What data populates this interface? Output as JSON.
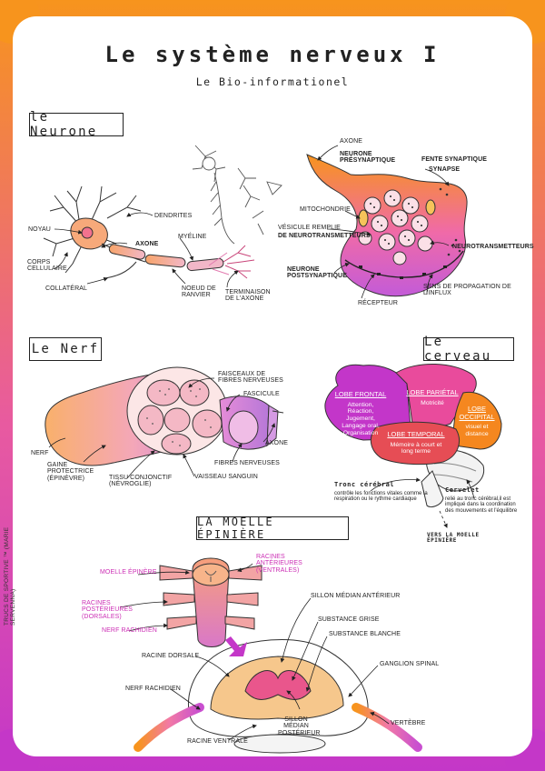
{
  "title": "Le système nerveux I",
  "subtitle": "Le Bio-informationel",
  "credit": "TRUCS DE SPORTIVE ™ (MARIE SERVENNA)",
  "colors": {
    "orange": "#f7941d",
    "magenta": "#d43dc4",
    "pink": "#f3a8c8",
    "purple": "#b86ad8"
  },
  "sections": {
    "neurone": {
      "heading": "le Neurone",
      "labels": {
        "dendrites": "Dendrites",
        "noyau": "Noyau",
        "axone": "Axone",
        "myeline": "Myéline",
        "corps": "Corps cellulaire",
        "collateral": "Collatéral",
        "noeud": "Noeud de Ranvier",
        "terminaison": "Terminaison de l'axone"
      }
    },
    "synapse": {
      "labels": {
        "axone": "Axone",
        "neurone_pre": "Neurone présynaptique",
        "fente": "Fente synaptique",
        "synapse": "Synapse",
        "mitochondrie": "Mitochondrie",
        "vesicule_1": "Vésicule remplie",
        "vesicule_2": "de neurotransmetteurs",
        "neurotransmetteurs": "Neurotransmetteurs",
        "neurone_post": "Neurone postsynaptique",
        "sens": "Sens de propagation de l'influx",
        "recepteur": "Récepteur"
      }
    },
    "nerf": {
      "heading": "Le Nerf",
      "labels": {
        "faisceaux": "Faisceaux de fibres nerveuses",
        "fascicule": "Fascicule",
        "nerf": "Nerf",
        "gaine": "Gaine protectrice (épinèvre)",
        "tissu": "Tissu conjonctif (névroglie)",
        "fibres": "Fibres nerveuses",
        "vaisseau": "Vaisseau sanguin",
        "axone": "Axone"
      }
    },
    "cerveau": {
      "heading": "Le cerveau",
      "lobes": {
        "frontal": {
          "name": "Lobe frontal",
          "desc": "Attention, Réaction, Jugement, Langage oral, Organisation"
        },
        "parietal": {
          "name": "Lobe pariétal",
          "desc": "Motricité"
        },
        "occipital": {
          "name": "Lobe occipital",
          "desc": "visuel et distance"
        },
        "temporal": {
          "name": "Lobe temporal",
          "desc": "Mémoire à court et long terme"
        }
      },
      "tronc": {
        "title": "Tronc cérébral",
        "desc": "contrôle les fonctions vitales comme la respiration ou le rythme cardiaque"
      },
      "cervelet": {
        "title": "Cervelet",
        "desc": "relié au tronc cérébral,il est impliqué dans la coordination des mouvements et l'équilibre"
      },
      "vers": "Vers la moelle épinière"
    },
    "moelle": {
      "heading": "la moelle épinière",
      "labels": {
        "moelle": "Moelle épinère",
        "racines_ant": "Racines antérieures (ventrales)",
        "racines_post": "Racines postérieures (dorsales)",
        "nerf_rachidien_1": "Nerf rachidien",
        "sillon_ant": "Sillon médian antérieur",
        "substance_grise": "Substance grise",
        "substance_blanche": "Substance blanche",
        "racine_dorsale": "Racine dorsale",
        "ganglion": "Ganglion spinal",
        "nerf_rachidien_2": "Nerf rachidien",
        "sillon_post": "Sillon médian postérieur",
        "vertebre": "Vertèbre",
        "racine_ventrale": "Racine ventrale"
      }
    }
  }
}
